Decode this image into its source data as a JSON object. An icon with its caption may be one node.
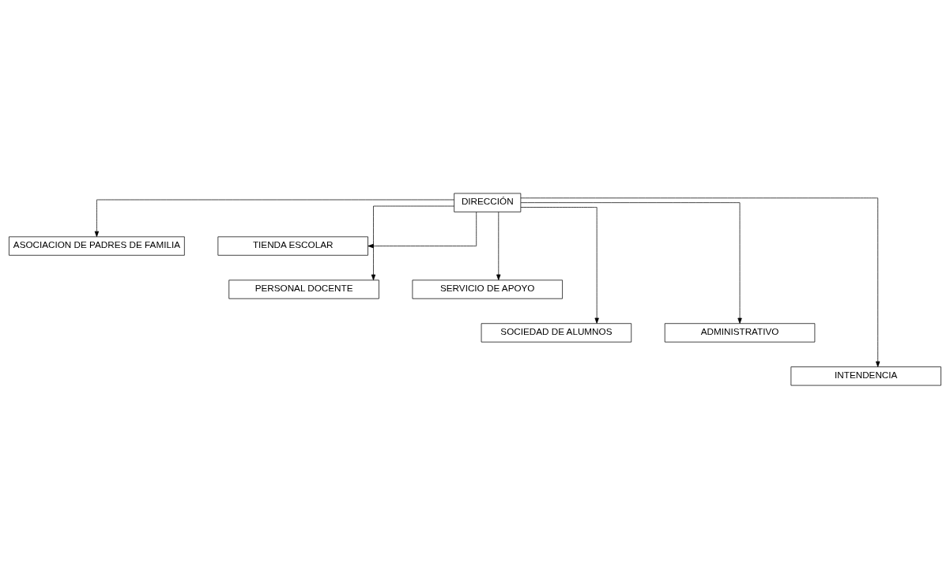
{
  "diagram": {
    "nodes": [
      {
        "text": [
          "DIRECCIÓN"
        ]
      },
      {
        "text": [
          "ASOCIACION DE PADRES DE FAMILIA"
        ]
      },
      {
        "text": [
          "TIENDA ESCOLAR"
        ]
      },
      {
        "text": [
          "PERSONAL DOCENTE"
        ]
      },
      {
        "text": [
          "SERVICIO DE APOYO"
        ]
      },
      {
        "text": [
          "SOCIEDAD DE ALUMNOS"
        ]
      },
      {
        "text": [
          "ADMINISTRATIVO"
        ]
      },
      {
        "text": [
          "INTENDENCIA"
        ]
      }
    ],
    "edges": [
      {
        "from": 0,
        "to": 1,
        "arrow": "to"
      },
      {
        "from": 0,
        "to": 2,
        "arrow": "to"
      },
      {
        "from": 0,
        "to": 3,
        "arrow": "to"
      },
      {
        "from": 0,
        "to": 4,
        "arrow": "to"
      },
      {
        "from": 0,
        "to": 5,
        "arrow": "to"
      },
      {
        "from": 0,
        "to": 6,
        "arrow": "to"
      },
      {
        "from": 0,
        "to": 7,
        "arrow": "to"
      }
    ]
  }
}
